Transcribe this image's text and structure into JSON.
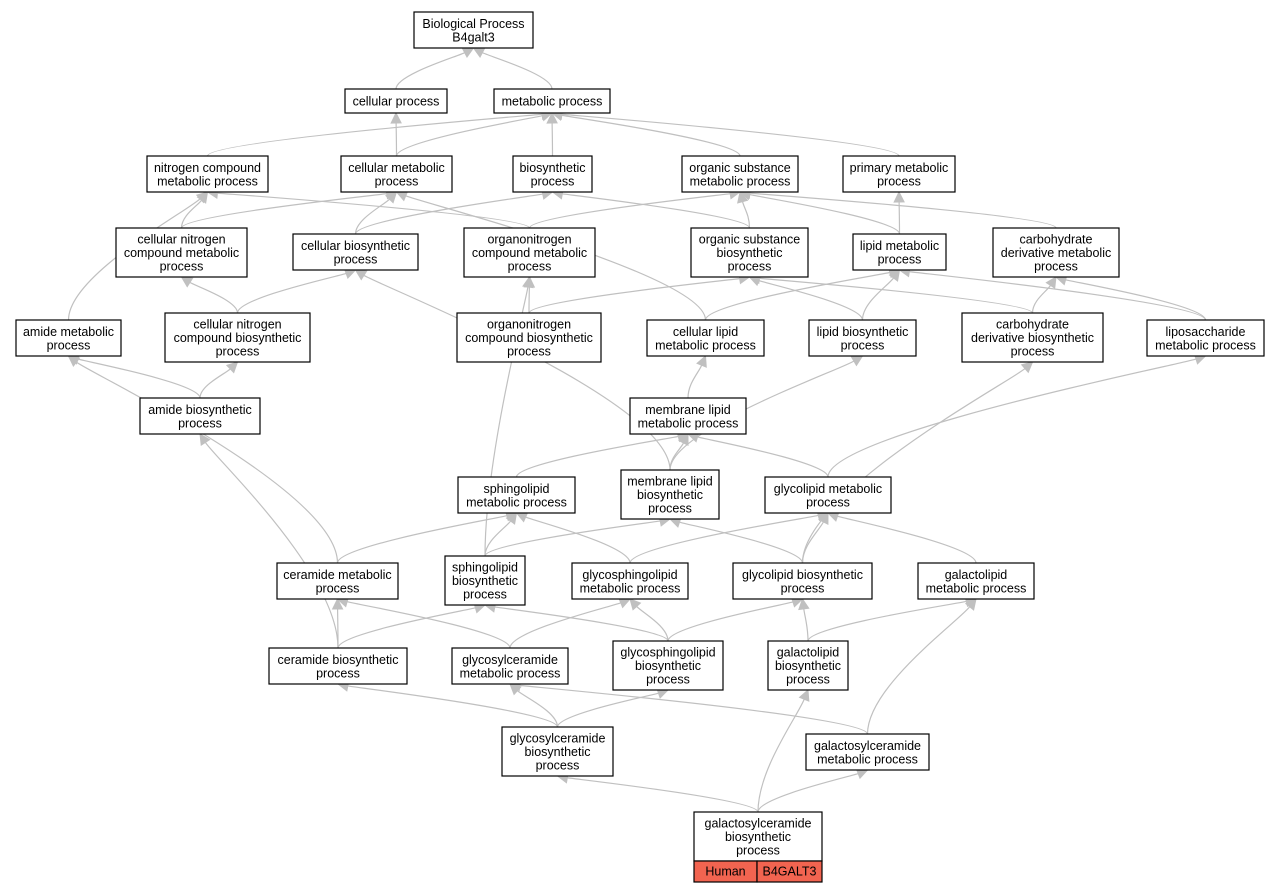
{
  "diagram": {
    "nodes": [
      {
        "id": "bp",
        "lines": [
          "Biological Process",
          "B4galt3"
        ]
      },
      {
        "id": "cp",
        "lines": [
          "cellular process"
        ]
      },
      {
        "id": "mp",
        "lines": [
          "metabolic process"
        ]
      },
      {
        "id": "ncmp",
        "lines": [
          "nitrogen compound",
          "metabolic process"
        ]
      },
      {
        "id": "cmp",
        "lines": [
          "cellular metabolic",
          "process"
        ]
      },
      {
        "id": "bsp",
        "lines": [
          "biosynthetic",
          "process"
        ]
      },
      {
        "id": "osmp",
        "lines": [
          "organic substance",
          "metabolic process"
        ]
      },
      {
        "id": "pmp",
        "lines": [
          "primary metabolic",
          "process"
        ]
      },
      {
        "id": "cncmp",
        "lines": [
          "cellular nitrogen",
          "compound metabolic",
          "process"
        ]
      },
      {
        "id": "cbp",
        "lines": [
          "cellular biosynthetic",
          "process"
        ]
      },
      {
        "id": "oncmp",
        "lines": [
          "organonitrogen",
          "compound metabolic",
          "process"
        ]
      },
      {
        "id": "osbp",
        "lines": [
          "organic substance",
          "biosynthetic",
          "process"
        ]
      },
      {
        "id": "lmp",
        "lines": [
          "lipid metabolic",
          "process"
        ]
      },
      {
        "id": "cdmp",
        "lines": [
          "carbohydrate",
          "derivative metabolic",
          "process"
        ]
      },
      {
        "id": "amp",
        "lines": [
          "amide metabolic",
          "process"
        ]
      },
      {
        "id": "cncbp",
        "lines": [
          "cellular nitrogen",
          "compound biosynthetic",
          "process"
        ]
      },
      {
        "id": "oncbp",
        "lines": [
          "organonitrogen",
          "compound biosynthetic",
          "process"
        ]
      },
      {
        "id": "clmp",
        "lines": [
          "cellular lipid",
          "metabolic process"
        ]
      },
      {
        "id": "lbp",
        "lines": [
          "lipid biosynthetic",
          "process"
        ]
      },
      {
        "id": "cdbp",
        "lines": [
          "carbohydrate",
          "derivative biosynthetic",
          "process"
        ]
      },
      {
        "id": "lsmp",
        "lines": [
          "liposaccharide",
          "metabolic process"
        ]
      },
      {
        "id": "abp",
        "lines": [
          "amide biosynthetic",
          "process"
        ]
      },
      {
        "id": "mlmp",
        "lines": [
          "membrane lipid",
          "metabolic process"
        ]
      },
      {
        "id": "slmp",
        "lines": [
          "sphingolipid",
          "metabolic process"
        ]
      },
      {
        "id": "mlbp",
        "lines": [
          "membrane lipid",
          "biosynthetic",
          "process"
        ]
      },
      {
        "id": "glmp",
        "lines": [
          "glycolipid metabolic",
          "process"
        ]
      },
      {
        "id": "cermp",
        "lines": [
          "ceramide metabolic",
          "process"
        ]
      },
      {
        "id": "slbp",
        "lines": [
          "sphingolipid",
          "biosynthetic",
          "process"
        ]
      },
      {
        "id": "gslmp",
        "lines": [
          "glycosphingolipid",
          "metabolic process"
        ]
      },
      {
        "id": "glbp",
        "lines": [
          "glycolipid biosynthetic",
          "process"
        ]
      },
      {
        "id": "galmp",
        "lines": [
          "galactolipid",
          "metabolic process"
        ]
      },
      {
        "id": "cerbp",
        "lines": [
          "ceramide biosynthetic",
          "process"
        ]
      },
      {
        "id": "gcermp",
        "lines": [
          "glycosylceramide",
          "metabolic process"
        ]
      },
      {
        "id": "gslbp",
        "lines": [
          "glycosphingolipid",
          "biosynthetic",
          "process"
        ]
      },
      {
        "id": "galbp",
        "lines": [
          "galactolipid",
          "biosynthetic",
          "process"
        ]
      },
      {
        "id": "gcerbp",
        "lines": [
          "glycosylceramide",
          "biosynthetic",
          "process"
        ]
      },
      {
        "id": "galcermp",
        "lines": [
          "galactosylceramide",
          "metabolic process"
        ]
      },
      {
        "id": "galcerbp",
        "lines": [
          "galactosylceramide",
          "biosynthetic",
          "process"
        ]
      }
    ],
    "edges": [
      [
        "cp",
        "bp"
      ],
      [
        "mp",
        "bp"
      ],
      [
        "cmp",
        "cp"
      ],
      [
        "ncmp",
        "mp"
      ],
      [
        "cmp",
        "mp"
      ],
      [
        "bsp",
        "mp"
      ],
      [
        "osmp",
        "mp"
      ],
      [
        "pmp",
        "mp"
      ],
      [
        "cncmp",
        "ncmp"
      ],
      [
        "cncmp",
        "cmp"
      ],
      [
        "cbp",
        "cmp"
      ],
      [
        "cbp",
        "bsp"
      ],
      [
        "oncmp",
        "ncmp"
      ],
      [
        "oncmp",
        "osmp"
      ],
      [
        "osbp",
        "bsp"
      ],
      [
        "osbp",
        "osmp"
      ],
      [
        "lmp",
        "osmp"
      ],
      [
        "lmp",
        "pmp"
      ],
      [
        "cdmp",
        "osmp"
      ],
      [
        "amp",
        "ncmp"
      ],
      [
        "cncbp",
        "cncmp"
      ],
      [
        "cncbp",
        "cbp"
      ],
      [
        "oncbp",
        "oncmp"
      ],
      [
        "oncbp",
        "osbp"
      ],
      [
        "clmp",
        "cmp"
      ],
      [
        "clmp",
        "lmp"
      ],
      [
        "lbp",
        "lmp"
      ],
      [
        "lbp",
        "osbp"
      ],
      [
        "cdbp",
        "cdmp"
      ],
      [
        "cdbp",
        "osbp"
      ],
      [
        "lsmp",
        "cdmp"
      ],
      [
        "lsmp",
        "lmp"
      ],
      [
        "abp",
        "amp"
      ],
      [
        "abp",
        "cncbp"
      ],
      [
        "mlmp",
        "clmp"
      ],
      [
        "slmp",
        "mlmp"
      ],
      [
        "mlbp",
        "mlmp"
      ],
      [
        "mlbp",
        "lbp"
      ],
      [
        "mlbp",
        "cbp"
      ],
      [
        "glmp",
        "mlmp"
      ],
      [
        "glmp",
        "lsmp"
      ],
      [
        "cermp",
        "slmp"
      ],
      [
        "cermp",
        "amp"
      ],
      [
        "slbp",
        "slmp"
      ],
      [
        "slbp",
        "mlbp"
      ],
      [
        "slbp",
        "oncmp"
      ],
      [
        "gslmp",
        "slmp"
      ],
      [
        "gslmp",
        "glmp"
      ],
      [
        "glbp",
        "glmp"
      ],
      [
        "glbp",
        "mlbp"
      ],
      [
        "glbp",
        "cdbp"
      ],
      [
        "galmp",
        "glmp"
      ],
      [
        "cerbp",
        "cermp"
      ],
      [
        "cerbp",
        "slbp"
      ],
      [
        "cerbp",
        "abp"
      ],
      [
        "gcermp",
        "cermp"
      ],
      [
        "gcermp",
        "gslmp"
      ],
      [
        "gslbp",
        "gslmp"
      ],
      [
        "gslbp",
        "slbp"
      ],
      [
        "gslbp",
        "glbp"
      ],
      [
        "galbp",
        "glbp"
      ],
      [
        "galbp",
        "galmp"
      ],
      [
        "gcerbp",
        "gcermp"
      ],
      [
        "gcerbp",
        "gslbp"
      ],
      [
        "gcerbp",
        "cerbp"
      ],
      [
        "galcermp",
        "gcermp"
      ],
      [
        "galcermp",
        "galmp"
      ],
      [
        "galcerbp",
        "gcerbp"
      ],
      [
        "galcerbp",
        "galcermp"
      ],
      [
        "galcerbp",
        "galbp"
      ]
    ],
    "annotation": {
      "node": "galcerbp",
      "species": "Human",
      "gene": "B4GALT3"
    },
    "colors": {
      "edge": "#c0c0c0",
      "node_border": "#000000",
      "annotation_fill": "#f26450"
    }
  }
}
